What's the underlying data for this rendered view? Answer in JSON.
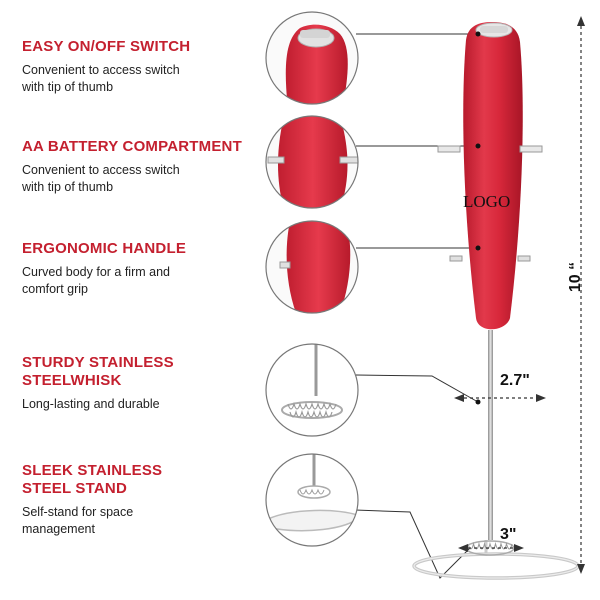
{
  "features": [
    {
      "title": "EASY ON/OFF SWITCH",
      "desc_line1": "Convenient to access switch",
      "desc_line2": "with tip of thumb"
    },
    {
      "title": "AA BATTERY COMPARTMENT",
      "desc_line1": "Convenient to access switch",
      "desc_line2": "with tip of thumb"
    },
    {
      "title": "ERGONOMIC HANDLE",
      "desc_line1": "Curved body for a firm and",
      "desc_line2": "comfort grip"
    },
    {
      "title_line1": "STURDY STAINLESS",
      "title_line2": "STEELWHISK",
      "desc_line1": "Long-lasting and durable"
    },
    {
      "title_line1": "SLEEK STAINLESS",
      "title_line2": "STEEL STAND",
      "desc_line1": "Self-stand for space",
      "desc_line2": "management"
    }
  ],
  "logo_text": "LOGO",
  "dimensions": {
    "height": "10 “",
    "width": "2.7\"",
    "base": "3\""
  },
  "colors": {
    "accent": "#c4202f",
    "body_red": "#d9283c",
    "steel": "#9a9a9a"
  }
}
